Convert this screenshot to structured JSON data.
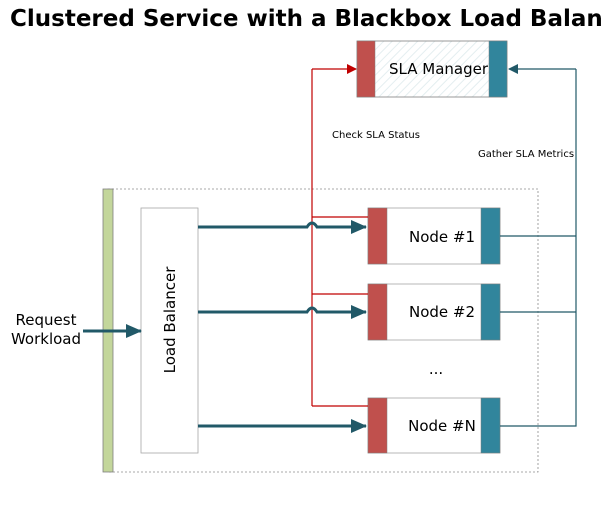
{
  "title": "Clustered Service with a Blackbox Load Balancer",
  "sla_manager": {
    "label": "SLA Manager"
  },
  "load_balancer": {
    "label": "Load Balancer"
  },
  "request": {
    "line1": "Request",
    "line2": "Workload"
  },
  "nodes": [
    {
      "label": "Node #1"
    },
    {
      "label": "Node #2"
    },
    {
      "label": "Node #N"
    }
  ],
  "ellipsis": "...",
  "edges": {
    "check_sla": "Check SLA Status",
    "gather_sla": "Gather SLA Metrics"
  },
  "colors": {
    "red": "#c0504d",
    "teal": "#31859c",
    "arrow": "#215968",
    "check_line": "#c00000",
    "gather_line": "#215968",
    "queue": "#c3d69b"
  }
}
